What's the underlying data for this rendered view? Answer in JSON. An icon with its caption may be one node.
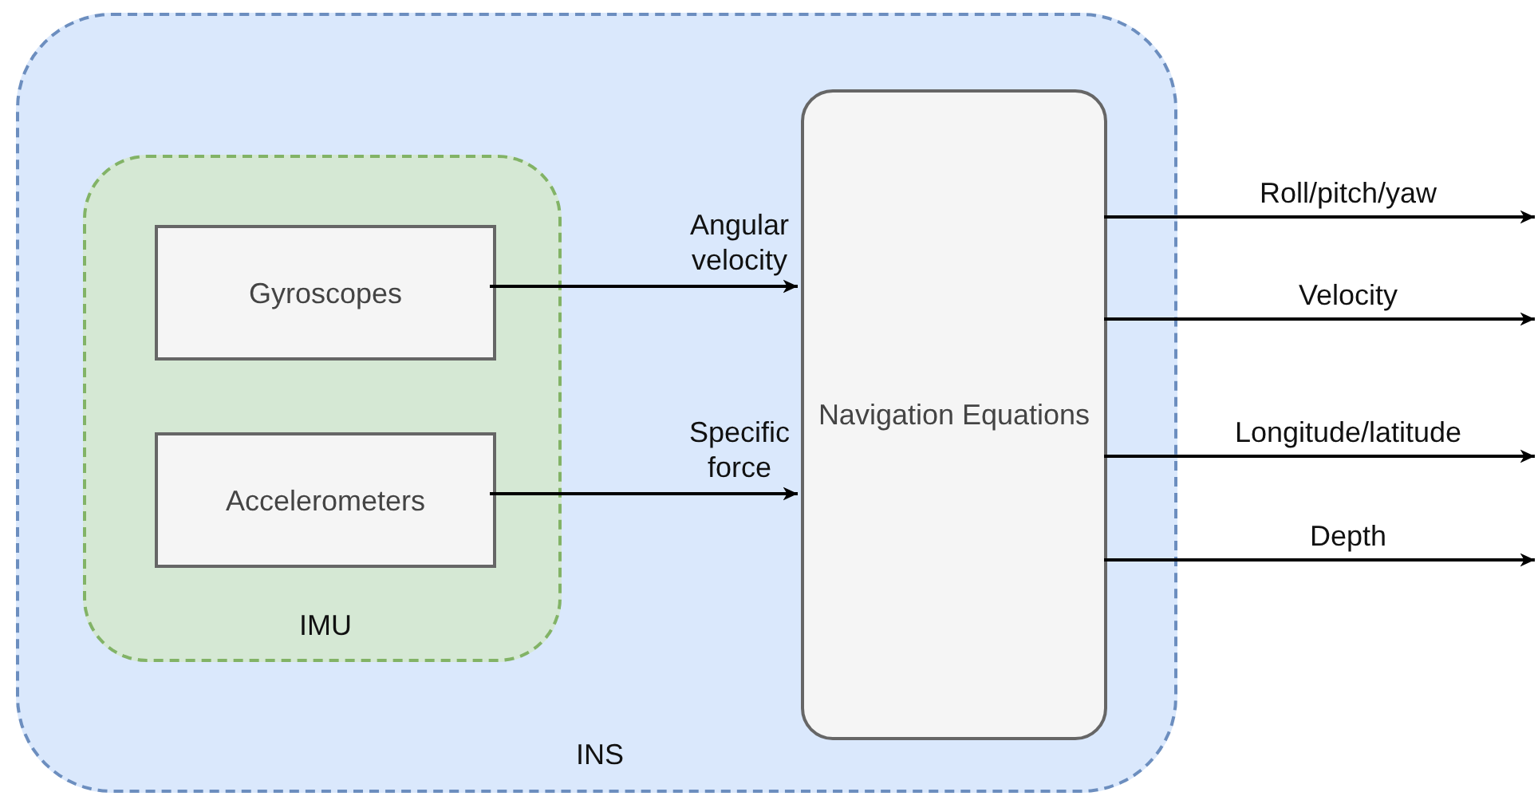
{
  "diagram": {
    "nodes": [
      {
        "text": [
          "INS"
        ]
      },
      {
        "text": [
          "IMU"
        ],
        "in": 0
      },
      {
        "text": [
          "Gyroscopes"
        ],
        "in": 1
      },
      {
        "text": [
          "Accelerometers"
        ],
        "in": 1
      },
      {
        "text": [
          "Navigation Equations"
        ],
        "in": 0
      }
    ],
    "edges": [
      {
        "from": 2,
        "to": 4,
        "arrow": "to",
        "label": "Angular velocity"
      },
      {
        "from": 3,
        "to": 4,
        "arrow": "to",
        "label": "Specific force"
      },
      {
        "from": 4,
        "to": null,
        "arrow": "to",
        "label": "Roll/pitch/yaw"
      },
      {
        "from": 4,
        "to": null,
        "arrow": "to",
        "label": "Velocity"
      },
      {
        "from": 4,
        "to": null,
        "arrow": "to",
        "label": "Longitude/latitude"
      },
      {
        "from": 4,
        "to": null,
        "arrow": "to",
        "label": "Depth"
      }
    ]
  }
}
